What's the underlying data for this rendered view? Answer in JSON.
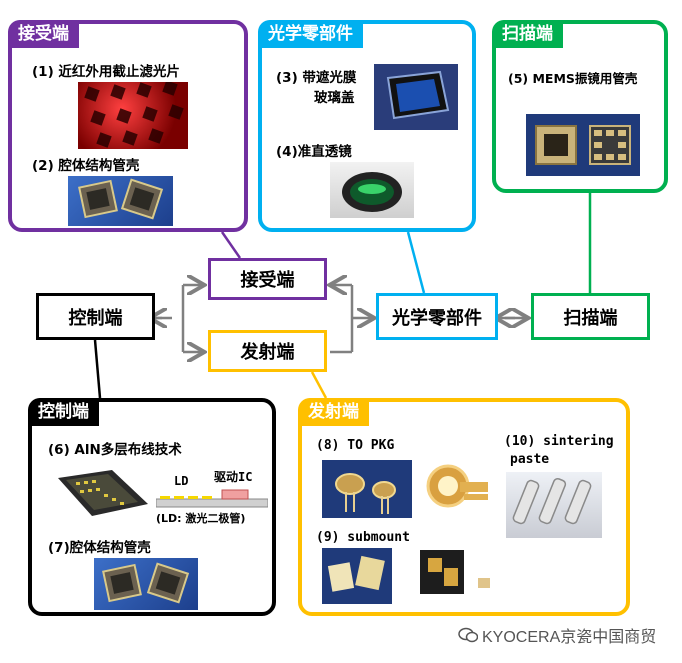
{
  "panels": {
    "receiver": {
      "tag": "接受端",
      "color": "#7030a0",
      "item1": "(1) 近红外用截止滤光片",
      "item2": "(2) 腔体结构管壳"
    },
    "optical": {
      "tag": "光学零部件",
      "color": "#00b0f0",
      "item3a": "(3) 带遮光膜",
      "item3b": "玻璃盖",
      "item4": "(4)准直透镜"
    },
    "scanner": {
      "tag": "扫描端",
      "color": "#00b050",
      "item5": "(5) MEMS振镜用管壳"
    },
    "control": {
      "tag": "控制端",
      "color": "#000000",
      "item6": "(6) AlN多层布线技术",
      "ld": "LD",
      "driver": "驱动IC",
      "ld_note": "(LD: 激光二极管)",
      "item7": "(7)腔体结构管壳"
    },
    "emitter": {
      "tag": "发射端",
      "color": "#ffc000",
      "item8": "(8) TO PKG",
      "item9": "(9) submount",
      "item10a": "(10) sintering",
      "item10b": "paste"
    }
  },
  "nodes": {
    "control": "控制端",
    "receiver": "接受端",
    "emitter": "发射端",
    "optical": "光学零部件",
    "scanner": "扫描端"
  },
  "arrow_color": "#808080",
  "watermark": "KYOCERA京瓷中国商贸"
}
